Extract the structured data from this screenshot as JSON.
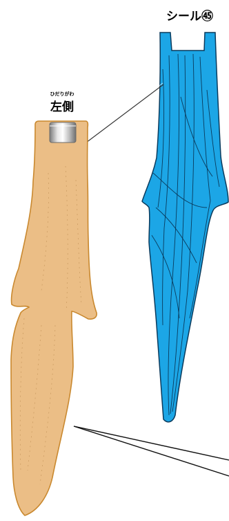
{
  "sticker": {
    "label": "シール㊺"
  },
  "part": {
    "ruby": "ひだりがわ",
    "label": "左側"
  },
  "colors": {
    "wood_fill": "#EBBE86",
    "wood_outline": "#C9882E",
    "sticker_fill": "#1CA6E6",
    "sticker_outline": "#0A3A5C",
    "metal_fill": "#C8C8C8"
  },
  "icons": [
    "leader-line",
    "metal-cap"
  ]
}
